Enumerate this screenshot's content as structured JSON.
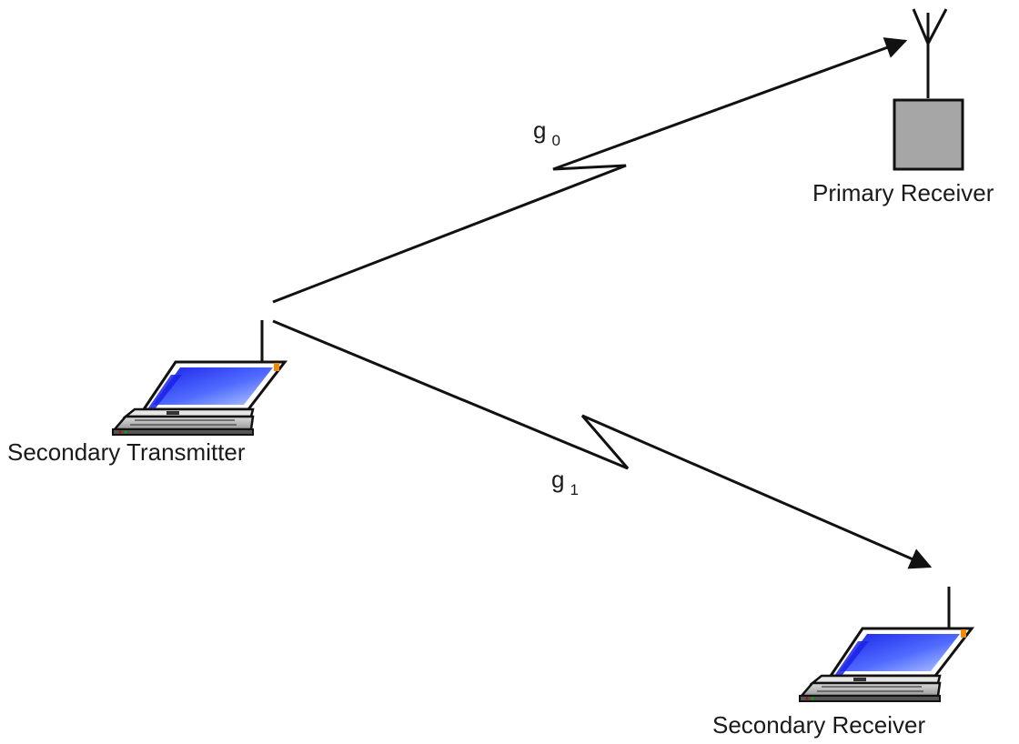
{
  "nodes": {
    "secondary_transmitter": {
      "label": "Secondary Transmitter",
      "icon": "laptop-icon"
    },
    "primary_receiver": {
      "label": "Primary Receiver",
      "icon": "base-station-antenna-icon"
    },
    "secondary_receiver": {
      "label": "Secondary Receiver",
      "icon": "laptop-icon"
    }
  },
  "links": {
    "g0": {
      "symbol": "g",
      "subscript": "0"
    },
    "g1": {
      "symbol": "g",
      "subscript": "1"
    }
  },
  "colors": {
    "line": "#111111",
    "screen_blue": "#2a3bff",
    "screen_blue_light": "#7fa0ff",
    "station_fill": "#a6a6a6",
    "laptop_body": "#c8c8c8",
    "accent_orange": "#f08a00"
  }
}
